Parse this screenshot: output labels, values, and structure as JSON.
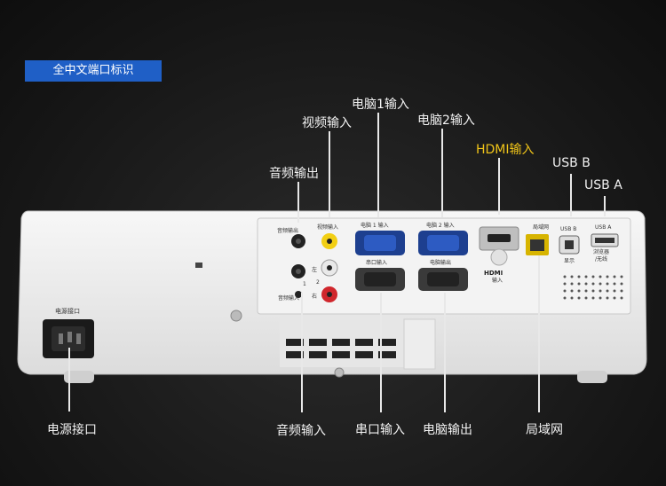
{
  "badge": "全中文端口标识",
  "labels": {
    "audio_out": "音频输出",
    "video_in": "视频输入",
    "pc1_in": "电脑1输入",
    "pc2_in": "电脑2输入",
    "hdmi_in": "HDMI输入",
    "usb_b": "USB B",
    "usb_a": "USB A",
    "power": "电源接口",
    "audio_in": "音频输入",
    "serial_in": "串口输入",
    "pc_out": "电脑输出",
    "lan": "局域网"
  },
  "panel": {
    "power": "电源接口",
    "audio_out": "音频输出",
    "video_in": "视频输入",
    "pc1": "电脑 1 输入",
    "pc2": "电脑 2 输入",
    "serial": "串口输入",
    "pc_out": "电脑输出",
    "audio_in": "音频输入",
    "left": "左",
    "right": "右",
    "one": "1",
    "two": "2",
    "hdmi_sub": "输入",
    "lan": "局域网",
    "usbb": "USB B",
    "usbb_sub": "显示",
    "usba": "USB A",
    "usba_sub1": "浏览器",
    "usba_sub2": "/无线",
    "hdmi_logo": "HDMI"
  },
  "colors": {
    "badge_bg": "#1f5fc6",
    "highlight": "#f0c419"
  }
}
